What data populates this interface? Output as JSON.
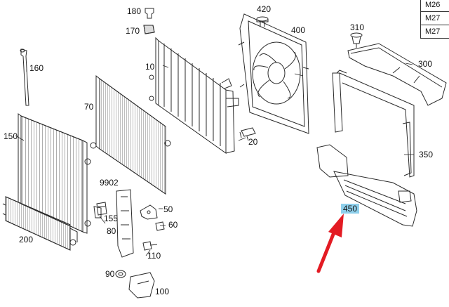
{
  "colors": {
    "line": "#2a2a2a",
    "highlight": "#8fd0ec",
    "arrow": "#e31b23"
  },
  "table": {
    "rows": [
      "M26",
      "M27",
      "M27"
    ]
  },
  "callouts": [
    {
      "id": "10",
      "label": "10"
    },
    {
      "id": "20",
      "label": "20"
    },
    {
      "id": "50",
      "label": "50"
    },
    {
      "id": "60",
      "label": "60"
    },
    {
      "id": "70",
      "label": "70"
    },
    {
      "id": "80",
      "label": "80"
    },
    {
      "id": "90",
      "label": "90"
    },
    {
      "id": "100",
      "label": "100"
    },
    {
      "id": "110",
      "label": "110"
    },
    {
      "id": "150",
      "label": "150"
    },
    {
      "id": "155",
      "label": "155"
    },
    {
      "id": "160",
      "label": "160"
    },
    {
      "id": "170",
      "label": "170"
    },
    {
      "id": "180",
      "label": "180"
    },
    {
      "id": "200",
      "label": "200"
    },
    {
      "id": "300",
      "label": "300"
    },
    {
      "id": "310",
      "label": "310"
    },
    {
      "id": "350",
      "label": "350"
    },
    {
      "id": "400",
      "label": "400"
    },
    {
      "id": "420",
      "label": "420"
    },
    {
      "id": "450",
      "label": "450",
      "highlighted": true
    },
    {
      "id": "9902",
      "label": "9902"
    }
  ]
}
